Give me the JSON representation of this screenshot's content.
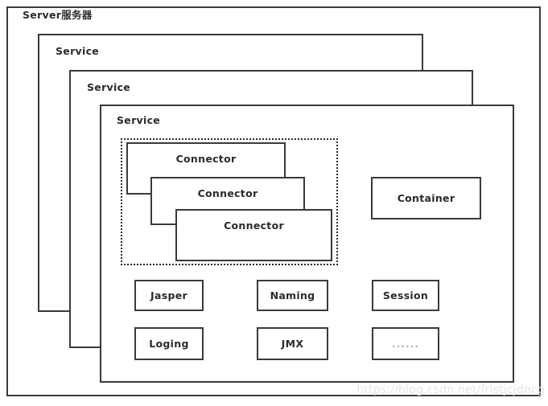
{
  "diagram": {
    "title": "Server服务器",
    "watermark": "https://blog.csdn.net/fristjcjdncg",
    "services": [
      {
        "label": "Service"
      },
      {
        "label": "Service"
      },
      {
        "label": "Service"
      }
    ],
    "connector_group": {
      "border_style": "dotted",
      "connectors": [
        {
          "label": "Connector"
        },
        {
          "label": "Connector"
        },
        {
          "label": "Connector"
        }
      ]
    },
    "container": {
      "label": "Container"
    },
    "components": [
      {
        "label": "Jasper"
      },
      {
        "label": "Naming"
      },
      {
        "label": "Session"
      },
      {
        "label": "Loging"
      },
      {
        "label": "JMX"
      },
      {
        "label": "......"
      }
    ],
    "colors": {
      "stroke": "#3a3a3a",
      "text": "#2b2b2b",
      "background": "#ffffff",
      "muted_text": "#b8b8b8",
      "watermark": "#e2e6ea"
    }
  }
}
